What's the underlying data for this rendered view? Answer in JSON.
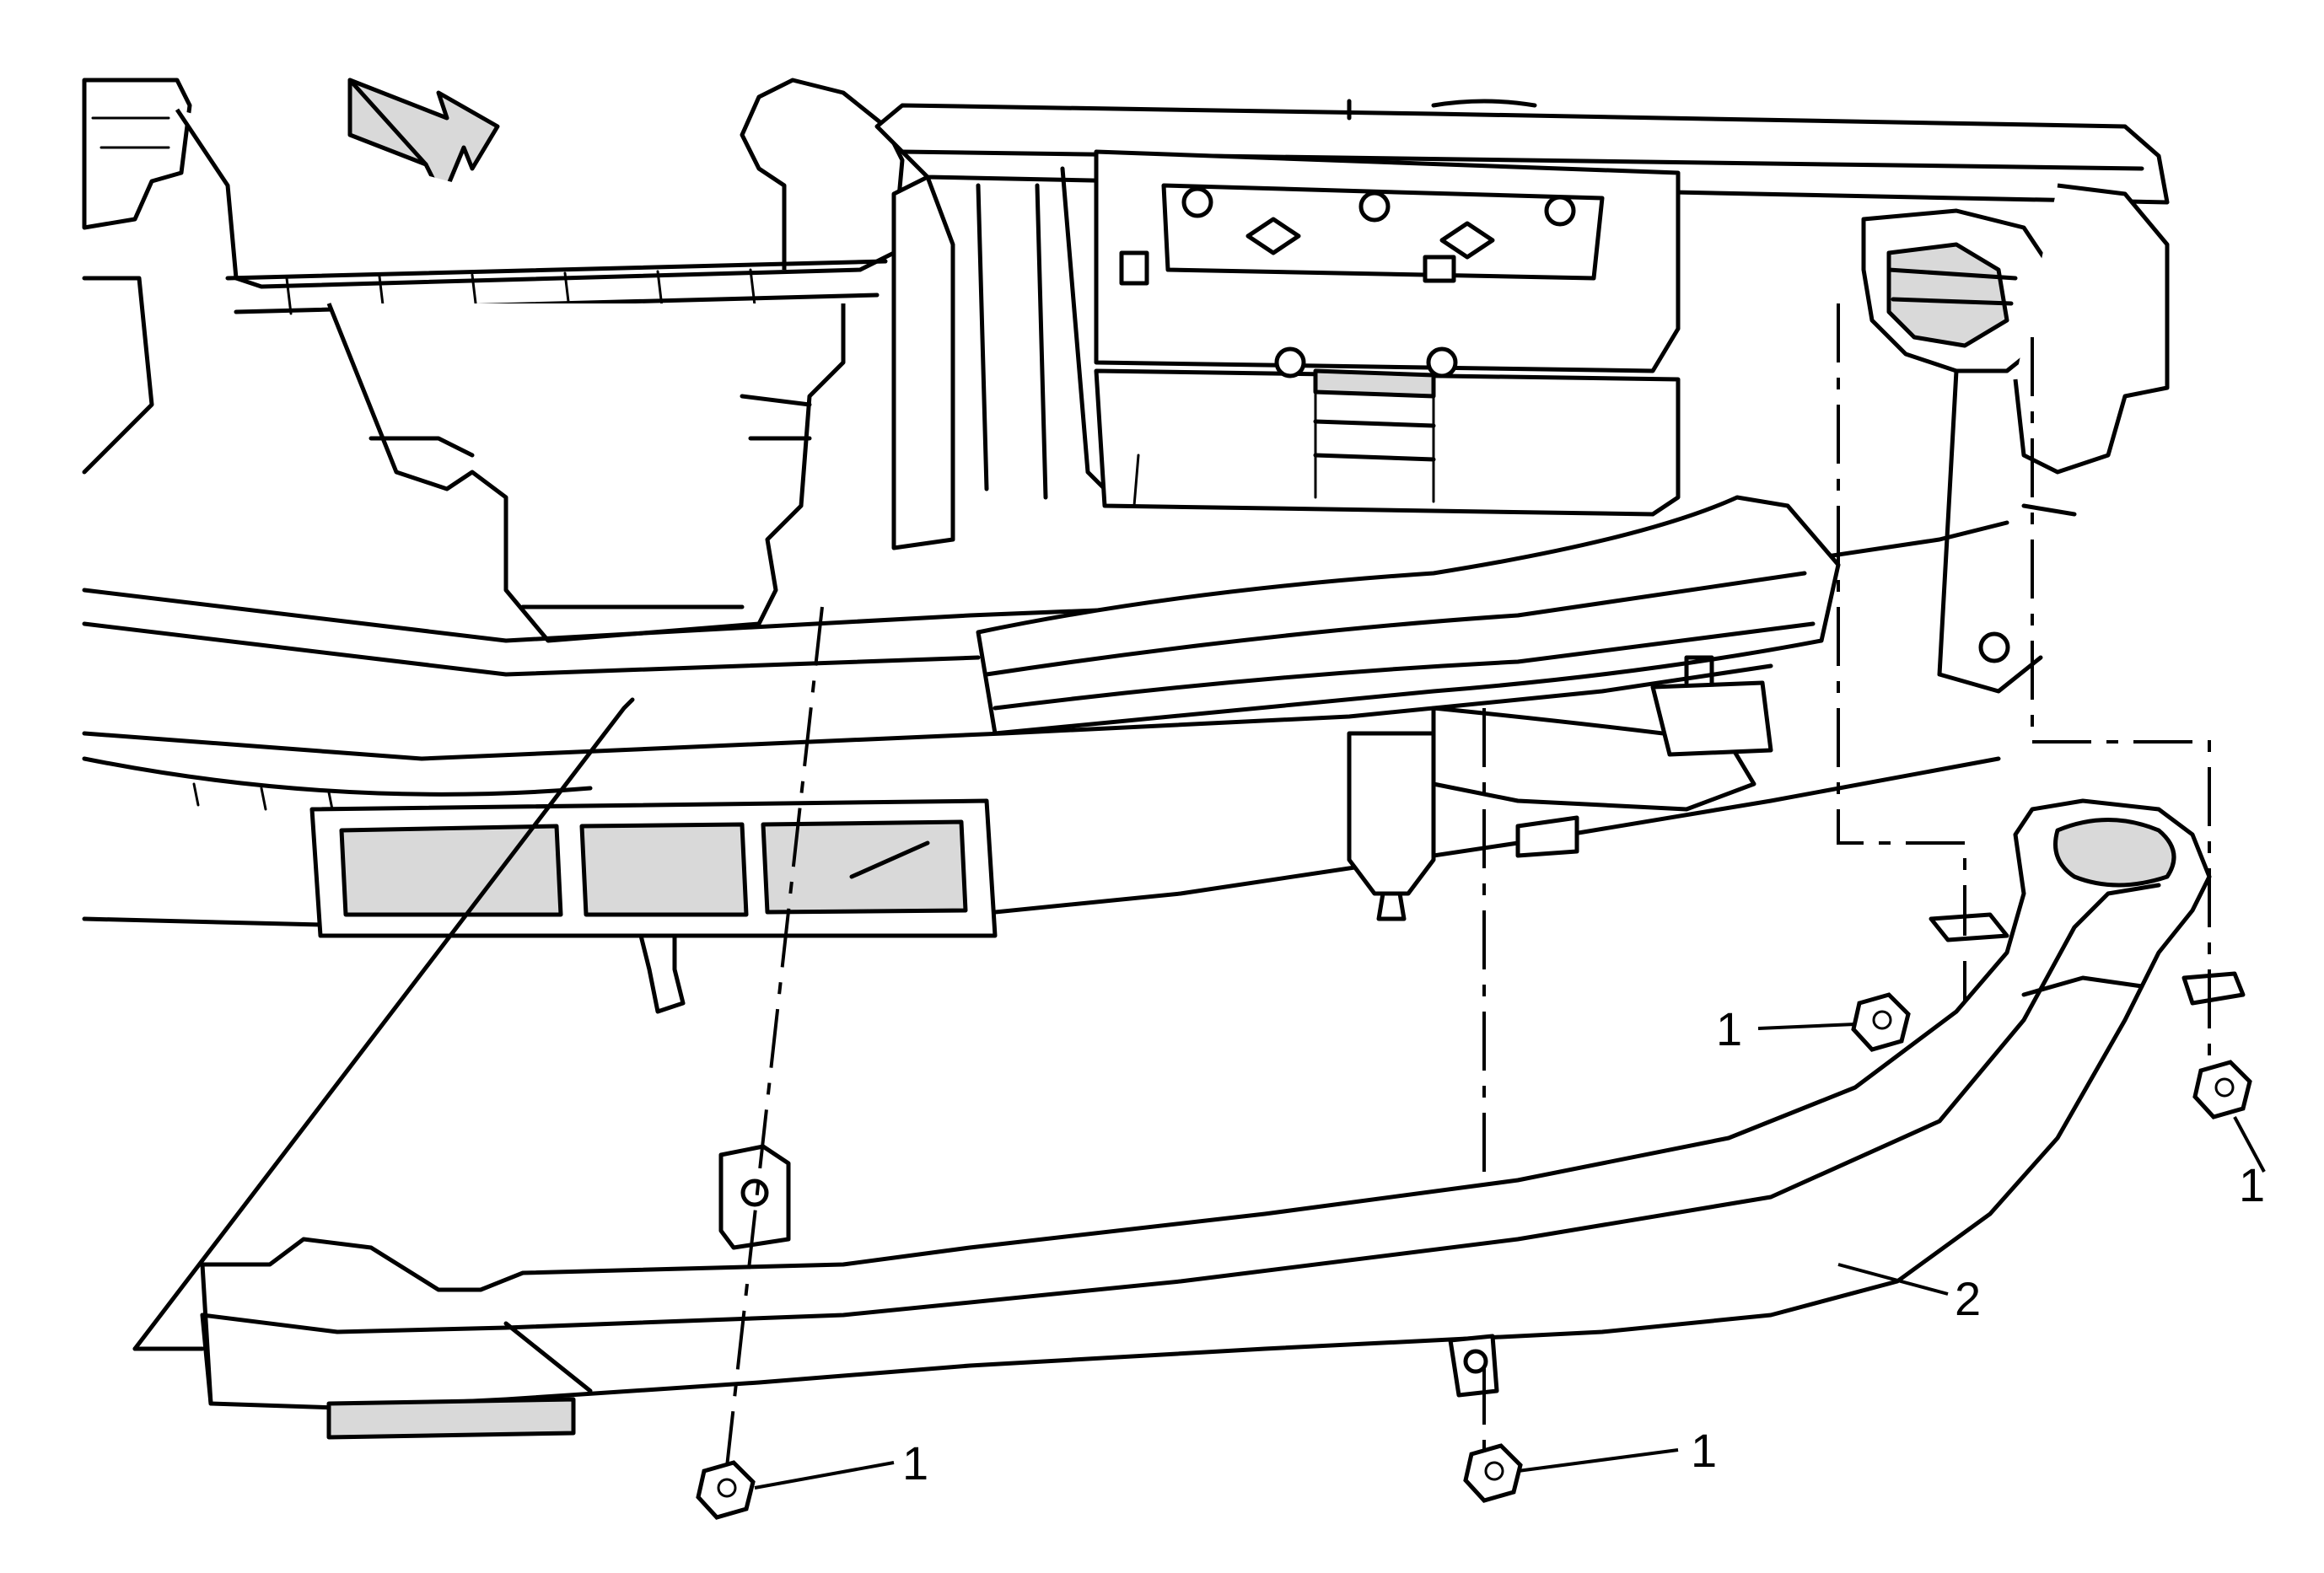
{
  "callouts": [
    {
      "id": "c1a",
      "label": "1"
    },
    {
      "id": "c1b",
      "label": "1"
    },
    {
      "id": "c1c",
      "label": "1"
    },
    {
      "id": "c1d",
      "label": "1"
    },
    {
      "id": "c2",
      "label": "2"
    }
  ]
}
